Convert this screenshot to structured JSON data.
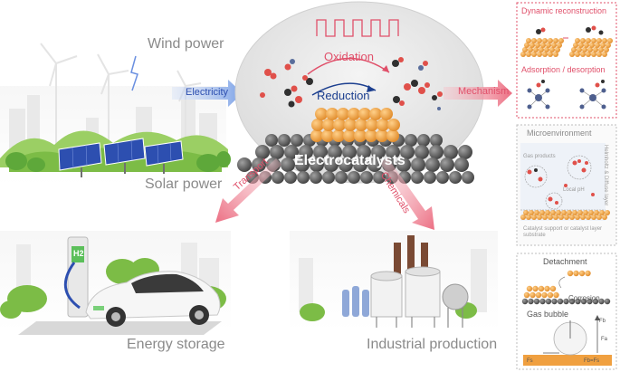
{
  "scene": {
    "wind_power": "Wind power",
    "solar_power": "Solar power",
    "electricity": "Electricity",
    "oxidation": "Oxidation",
    "reduction": "Reduction",
    "electrocatalysts": "Electrocatalysts",
    "mechanism": "Mechanism",
    "transport": "Transport",
    "chemicals": "Chemicals",
    "energy_storage": "Energy storage",
    "industrial_production": "Industrial production",
    "charger_label": "H2"
  },
  "panels": {
    "mechanism": {
      "dynamic_reconstruction": "Dynamic reconstruction",
      "adsorption_desorption": "Adsorption / desorption"
    },
    "microenvironment": {
      "title": "Microenvironment",
      "gas_products": "Gas products",
      "local_ph": "Local pH",
      "layer_side": "Helmholtz & Diffuse layer",
      "support": "Catalyst support or catalyst layer substrate"
    },
    "stability": {
      "detachment": "Detachment",
      "corrosion": "Corrosion",
      "gas_bubble": "Gas bubble",
      "f_b": "Fb",
      "f_a": "Fa",
      "f_s": "Fs",
      "f_balance": "Fb=Fs"
    }
  },
  "colors": {
    "accent_red": "#e0506a",
    "catalyst_orange": "#f0a040",
    "leaf_green": "#7cc24a",
    "solar_blue": "#2d4fb0",
    "text_gray": "#8a8a8a"
  }
}
